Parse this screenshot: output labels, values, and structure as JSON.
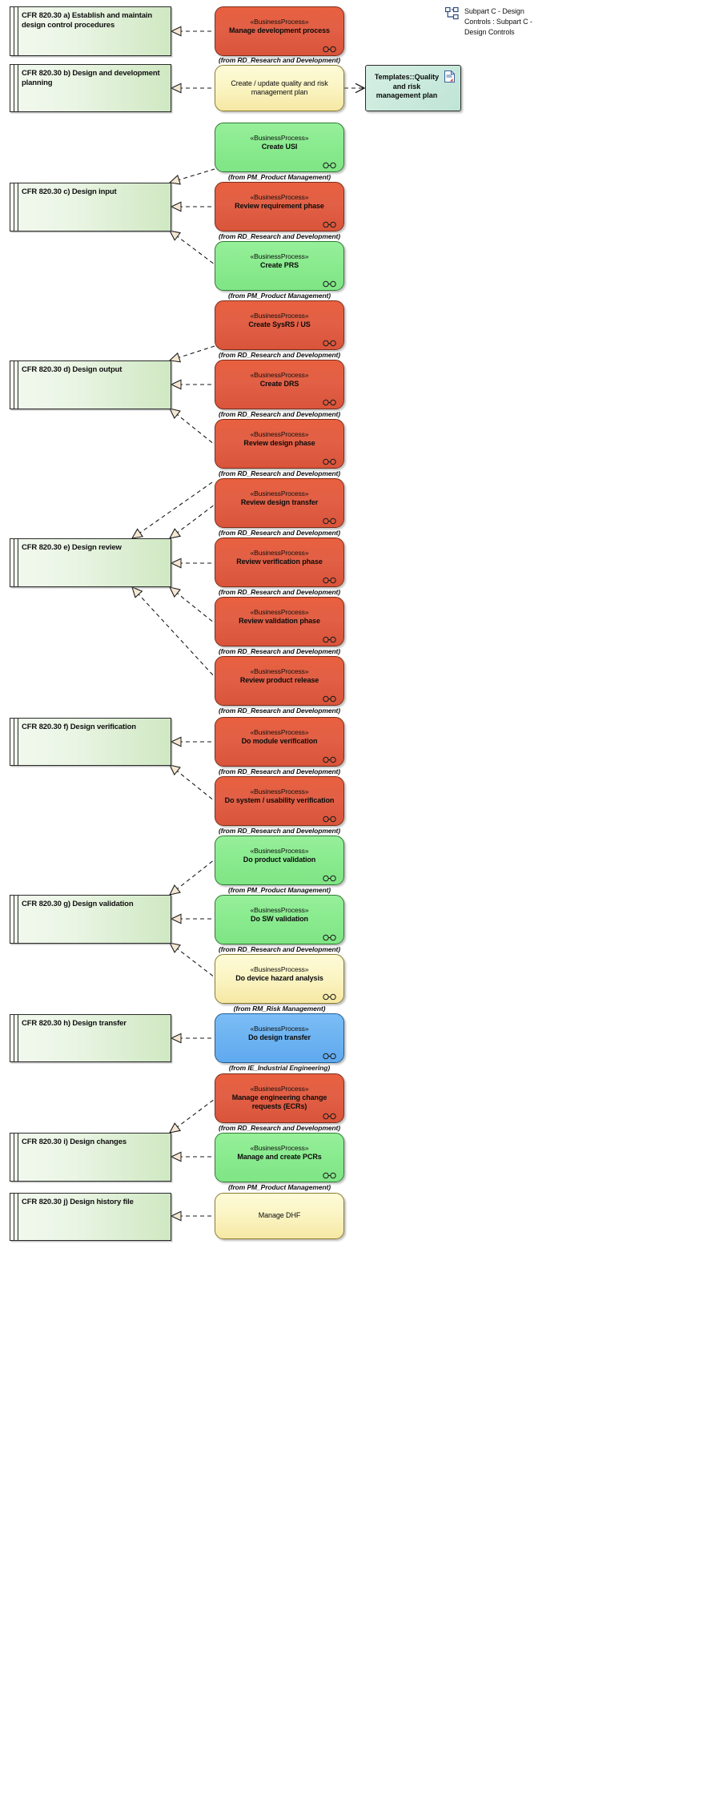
{
  "diagram": {
    "title": "Subpart C - Design Controls : Subpart C - Design Controls",
    "legend_icon": "package-diagram-icon",
    "stereotype_label": "«BusinessProcess»",
    "link_type": "realization-dashed-hollow-triangle"
  },
  "colors": {
    "red": "#e2603f",
    "green": "#8aeb8f",
    "yellow": "#fbf4c2",
    "blue": "#6eb4f2",
    "requirement_green": "#dff0d5",
    "artifact_teal": "#c8e9dc",
    "arrow_fill": "#f5e7d2",
    "line": "#2a2a2a"
  },
  "requirements": [
    {
      "id": "a",
      "label": "CFR 820.30 a) Establish and maintain design control procedures"
    },
    {
      "id": "b",
      "label": "CFR 820.30 b) Design and development planning"
    },
    {
      "id": "c",
      "label": "CFR 820.30 c) Design input"
    },
    {
      "id": "d",
      "label": "CFR 820.30 d) Design output"
    },
    {
      "id": "e",
      "label": "CFR 820.30 e) Design review"
    },
    {
      "id": "f",
      "label": "CFR 820.30 f) Design verification"
    },
    {
      "id": "g",
      "label": "CFR 820.30 g) Design validation"
    },
    {
      "id": "h",
      "label": "CFR 820.30 h) Design transfer"
    },
    {
      "id": "i",
      "label": "CFR 820.30 i) Design changes"
    },
    {
      "id": "j",
      "label": "CFR 820.30 j) Design history file"
    }
  ],
  "processes": [
    {
      "id": "p1",
      "stereotype": "«BusinessProcess»",
      "name": "Manage development process",
      "from": "(from RD_Research and Development)",
      "color": "red",
      "icon": true,
      "realizes": "a"
    },
    {
      "id": "p2",
      "stereotype": "",
      "name": "Create / update quality and risk management plan",
      "from": "",
      "color": "yellow",
      "icon": false,
      "realizes": "b"
    },
    {
      "id": "p3",
      "stereotype": "«BusinessProcess»",
      "name": "Create USI",
      "from": "(from PM_Product Management)",
      "color": "green",
      "icon": true,
      "realizes": "c"
    },
    {
      "id": "p4",
      "stereotype": "«BusinessProcess»",
      "name": "Review requirement phase",
      "from": "(from RD_Research and Development)",
      "color": "red",
      "icon": true,
      "realizes": "c"
    },
    {
      "id": "p5",
      "stereotype": "«BusinessProcess»",
      "name": "Create PRS",
      "from": "(from PM_Product Management)",
      "color": "green",
      "icon": true,
      "realizes": "c"
    },
    {
      "id": "p6",
      "stereotype": "«BusinessProcess»",
      "name": "Create SysRS / US",
      "from": "(from RD_Research and Development)",
      "color": "red",
      "icon": true,
      "realizes": "d"
    },
    {
      "id": "p7",
      "stereotype": "«BusinessProcess»",
      "name": "Create DRS",
      "from": "(from RD_Research and Development)",
      "color": "red",
      "icon": true,
      "realizes": "d"
    },
    {
      "id": "p8",
      "stereotype": "«BusinessProcess»",
      "name": "Review design phase",
      "from": "(from RD_Research and Development)",
      "color": "red",
      "icon": true,
      "realizes": "d"
    },
    {
      "id": "p9",
      "stereotype": "«BusinessProcess»",
      "name": "Review design transfer",
      "from": "(from RD_Research and Development)",
      "color": "red",
      "icon": true,
      "realizes": "e"
    },
    {
      "id": "p10",
      "stereotype": "«BusinessProcess»",
      "name": "Review verification phase",
      "from": "(from RD_Research and Development)",
      "color": "red",
      "icon": true,
      "realizes": "e"
    },
    {
      "id": "p11",
      "stereotype": "«BusinessProcess»",
      "name": "Review validation phase",
      "from": "(from RD_Research and Development)",
      "color": "red",
      "icon": true,
      "realizes": "e"
    },
    {
      "id": "p12",
      "stereotype": "«BusinessProcess»",
      "name": "Review product release",
      "from": "(from RD_Research and Development)",
      "color": "red",
      "icon": true,
      "realizes": "e"
    },
    {
      "id": "p13",
      "stereotype": "«BusinessProcess»",
      "name": "Do module verification",
      "from": "(from RD_Research and Development)",
      "color": "red",
      "icon": true,
      "realizes": "f"
    },
    {
      "id": "p14",
      "stereotype": "«BusinessProcess»",
      "name": "Do system / usability verification",
      "from": "(from RD_Research and Development)",
      "color": "red",
      "icon": true,
      "realizes": "f"
    },
    {
      "id": "p15",
      "stereotype": "«BusinessProcess»",
      "name": "Do product validation",
      "from": "(from PM_Product Management)",
      "color": "green",
      "icon": true,
      "realizes": "g"
    },
    {
      "id": "p16",
      "stereotype": "«BusinessProcess»",
      "name": "Do SW validation",
      "from": "(from RD_Research and Development)",
      "color": "green",
      "icon": true,
      "realizes": "g"
    },
    {
      "id": "p17",
      "stereotype": "«BusinessProcess»",
      "name": "Do device hazard analysis",
      "from": "(from RM_Risk Management)",
      "color": "yellow",
      "icon": true,
      "realizes": "g"
    },
    {
      "id": "p18",
      "stereotype": "«BusinessProcess»",
      "name": "Do design transfer",
      "from": "(from IE_Industrial Engineering)",
      "color": "blue",
      "icon": true,
      "realizes": "h"
    },
    {
      "id": "p19",
      "stereotype": "«BusinessProcess»",
      "name": "Manage engineering change requests (ECRs)",
      "from": "(from RD_Research and Development)",
      "color": "red",
      "icon": true,
      "realizes": "i"
    },
    {
      "id": "p20",
      "stereotype": "«BusinessProcess»",
      "name": "Manage and create PCRs",
      "from": "(from PM_Product Management)",
      "color": "green",
      "icon": true,
      "realizes": "i"
    },
    {
      "id": "p21",
      "stereotype": "",
      "name": "Manage DHF",
      "from": "",
      "color": "yellow",
      "icon": false,
      "realizes": "j"
    }
  ],
  "artifacts": [
    {
      "id": "t1",
      "name": "Templates::Quality and risk management plan",
      "icon": "document-icon"
    }
  ]
}
